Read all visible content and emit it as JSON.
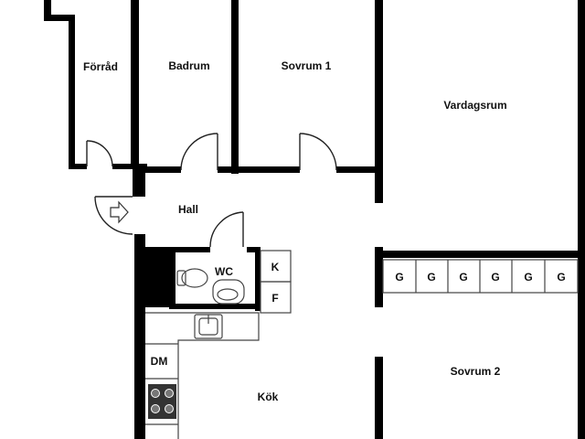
{
  "rooms": {
    "forrad": "Förråd",
    "badrum": "Badrum",
    "sovrum1": "Sovrum 1",
    "vardagsrum": "Vardagsrum",
    "hall": "Hall",
    "wc": "WC",
    "sovrum2": "Sovrum 2",
    "kok": "Kök"
  },
  "fixtures": {
    "closet_k": "K",
    "closet_f": "F",
    "dishwasher": "DM",
    "wardrobe": [
      "G",
      "G",
      "G",
      "G",
      "G",
      "G"
    ]
  },
  "colors": {
    "wall": "#000000",
    "background": "#ffffff",
    "fixture_line": "#444444"
  }
}
